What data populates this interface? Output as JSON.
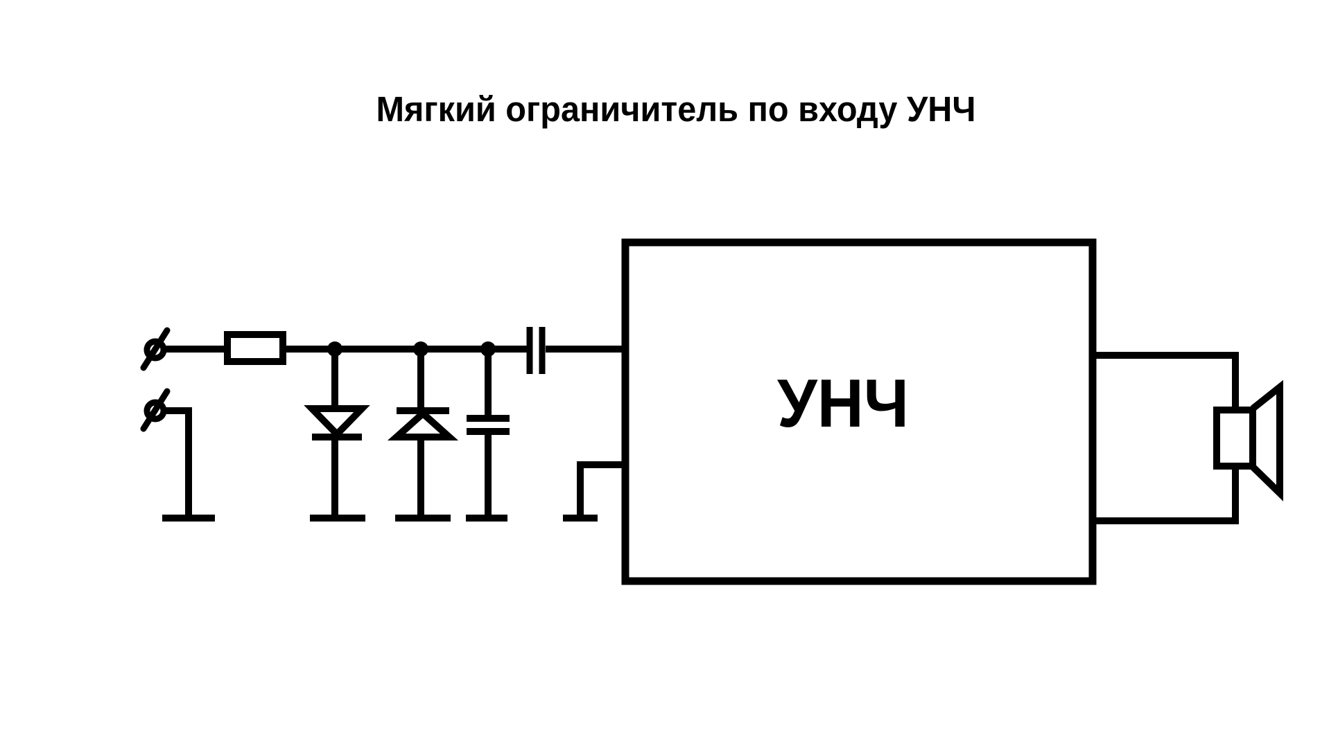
{
  "colors": {
    "background": "#ffffff",
    "ink": "#000000"
  },
  "title": {
    "text": "Мягкий ограничитель по входу УНЧ"
  },
  "amplifier": {
    "label": "УНЧ"
  },
  "schematic": {
    "elements": [
      "input-terminal-top-icon",
      "input-terminal-bottom-icon",
      "series-resistor-icon",
      "clipping-diode-down-icon",
      "clipping-diode-up-icon",
      "shunt-capacitor-icon",
      "coupling-capacitor-icon",
      "amplifier-box",
      "ground-symbol-icon",
      "loudspeaker-icon"
    ]
  }
}
